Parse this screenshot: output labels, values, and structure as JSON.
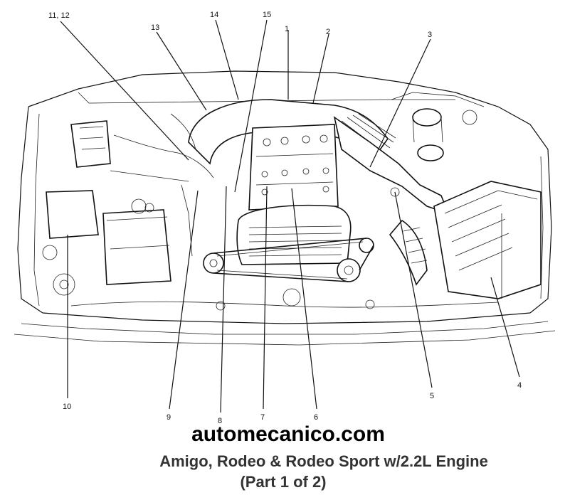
{
  "diagram": {
    "callouts": [
      {
        "id": "c1",
        "label": "1"
      },
      {
        "id": "c2",
        "label": "2"
      },
      {
        "id": "c3",
        "label": "3"
      },
      {
        "id": "c4",
        "label": "4"
      },
      {
        "id": "c5",
        "label": "5"
      },
      {
        "id": "c6",
        "label": "6"
      },
      {
        "id": "c7",
        "label": "7"
      },
      {
        "id": "c8",
        "label": "8"
      },
      {
        "id": "c9",
        "label": "9"
      },
      {
        "id": "c10",
        "label": "10"
      },
      {
        "id": "c1112",
        "label": "11, 12"
      },
      {
        "id": "c13",
        "label": "13"
      },
      {
        "id": "c14",
        "label": "14"
      },
      {
        "id": "c15",
        "label": "15"
      }
    ]
  },
  "watermark": {
    "text": "automecanico.com"
  },
  "caption": {
    "line1": "Amigo, Rodeo & Rodeo Sport w/2.2L Engine",
    "line2": "(Part 1 of 2)"
  },
  "colors": {
    "ink": "#111111",
    "watermark": "#000000",
    "caption": "#333333"
  }
}
